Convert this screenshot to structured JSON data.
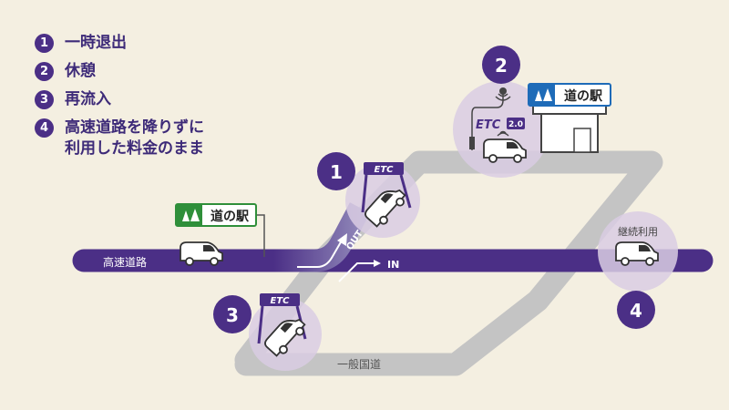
{
  "legend": [
    {
      "num": "1",
      "text": "一時退出"
    },
    {
      "num": "2",
      "text": "休憩"
    },
    {
      "num": "3",
      "text": "再流入"
    },
    {
      "num": "4",
      "text": "高速道路を降りずに\n利用した料金のまま"
    }
  ],
  "labels": {
    "highway": "高速道路",
    "general_road": "一般国道",
    "out": "OUT",
    "in": "IN",
    "continued_use": "継続利用",
    "etc": "ETC",
    "etc2": "ETC",
    "etc2_version": "2.0",
    "michi_no_eki": "道の駅"
  },
  "markers": {
    "m1": "1",
    "m2": "2",
    "m3": "3",
    "m4": "4"
  },
  "colors": {
    "background": "#f4efe1",
    "highway": "#4b2f86",
    "general_road": "#c4c4c4",
    "marker": "#4b2f86",
    "halo": "#d9cde3",
    "station_green": "#2f8f3a",
    "station_blue": "#1e6bb8"
  }
}
